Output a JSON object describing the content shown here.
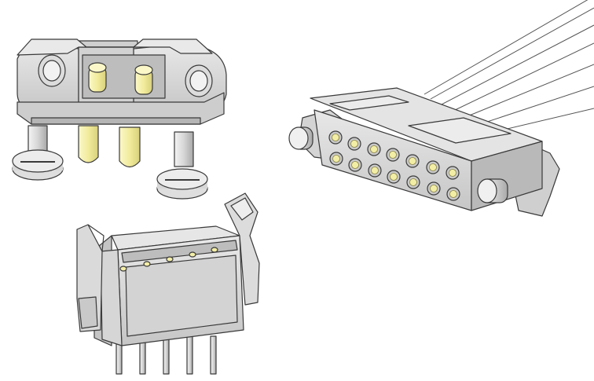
{
  "scene": {
    "components": [
      {
        "id": "power-connector",
        "icon": "power-connector-icon",
        "contacts": 2
      },
      {
        "id": "cable-connector",
        "icon": "cable-connector-icon",
        "contacts": 14,
        "rows": 2,
        "wires": 7
      },
      {
        "id": "pin-header",
        "icon": "pin-header-icon",
        "pins": 5
      }
    ],
    "colors": {
      "housing": "#d7d7d7",
      "housing_light": "#e6e6e6",
      "housing_dark": "#b9b9b9",
      "outline": "#3a3a3a",
      "gold": "#f3eea6",
      "gold_dark": "#d9d27a",
      "socket_ring": "#c9c9c9",
      "pin_metal": "#cfcfcf",
      "background": "#ffffff"
    }
  }
}
